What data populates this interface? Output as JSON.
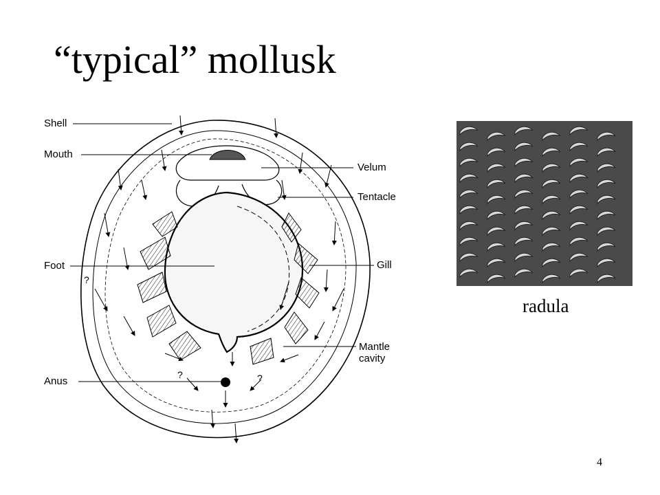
{
  "slide": {
    "title": "“typical” mollusk",
    "page_number": "4"
  },
  "diagram": {
    "labels": {
      "shell": "Shell",
      "mouth": "Mouth",
      "foot": "Foot",
      "anus": "Anus",
      "velum": "Velum",
      "tentacle": "Tentacle",
      "gill": "Gill",
      "mantle_cavity_line1": "Mantle",
      "mantle_cavity_line2": "cavity"
    },
    "question_marks": [
      "?",
      "?",
      "?"
    ]
  },
  "photo": {
    "caption": "radula"
  }
}
